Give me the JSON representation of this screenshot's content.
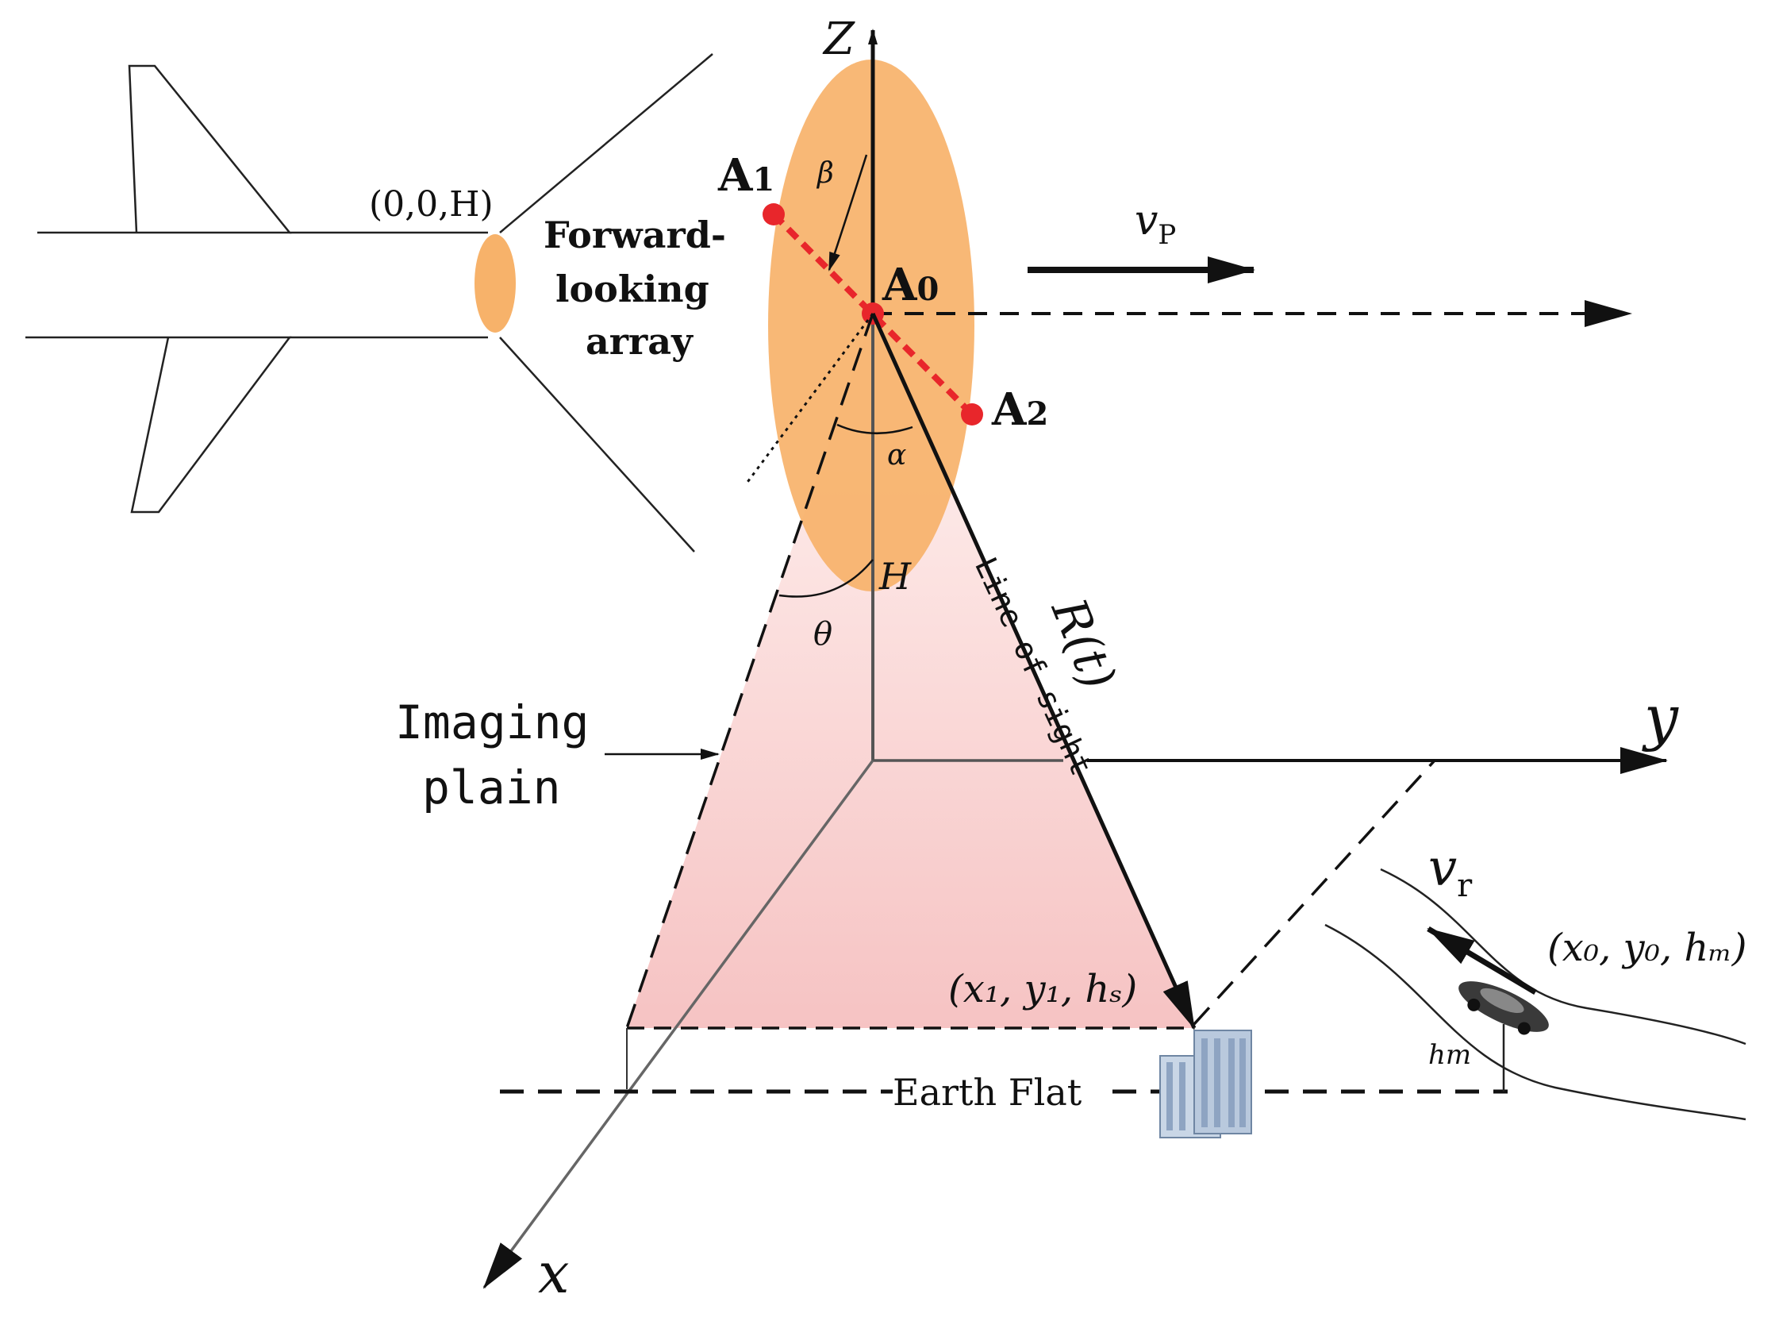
{
  "labels": {
    "z_axis": "Z",
    "y_axis": "y",
    "x_axis": "x",
    "nose_coord": "(0,0,H)",
    "array_line1": "Forward-",
    "array_line2": "looking",
    "array_line3": "array",
    "a1": "A",
    "a1_sub": "1",
    "a0": "A",
    "a0_sub": "0",
    "a2": "A",
    "a2_sub": "2",
    "beta": "β",
    "alpha": "α",
    "theta": "θ",
    "height": "H",
    "vp": "v",
    "vp_sub": "P",
    "vr": "v",
    "vr_sub": "r",
    "range": "R(t)",
    "line_of_sight": "Line of sight",
    "imaging_line1": "Imaging",
    "imaging_line2": "plain",
    "target1_coord": "(x₁, y₁, hₛ)",
    "target2_coord": "(x₀, y₀, hₘ)",
    "hm": "hm",
    "earth_flat": "Earth Flat"
  },
  "colors": {
    "beam_fill": "#f7b26a",
    "array_point": "#e8262b",
    "imaging_fill_top": "#fde8e4",
    "imaging_fill_bottom": "#f6c6c6",
    "line": "#111111"
  }
}
